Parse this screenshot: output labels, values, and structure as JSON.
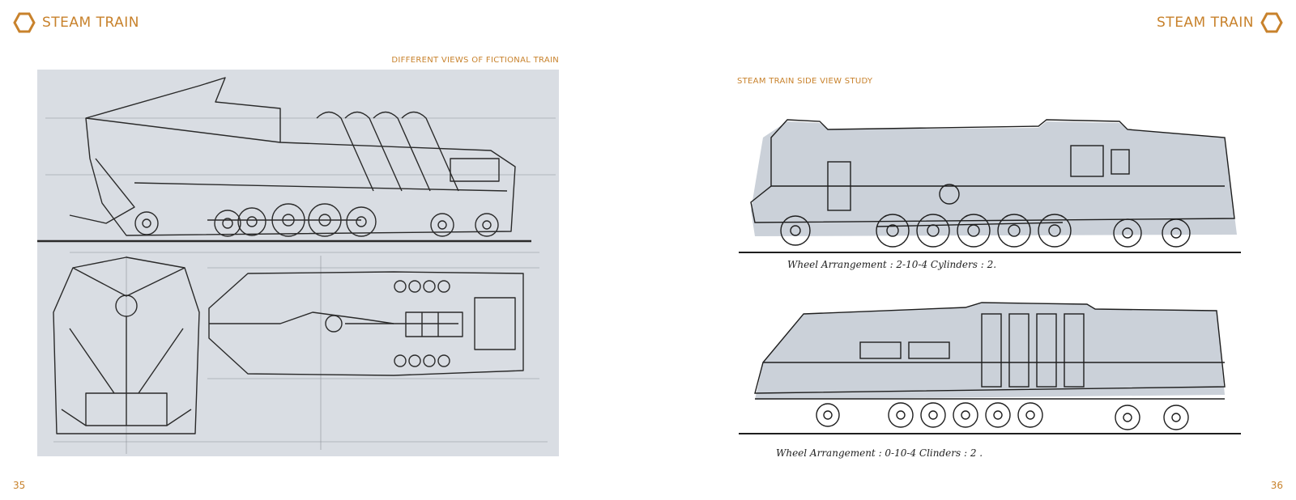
{
  "left_page": {
    "header_title": "STEAM TRAIN",
    "caption": "DIFFERENT VIEWS OF FICTIONAL TRAIN",
    "page_number": "35"
  },
  "right_page": {
    "header_title": "STEAM TRAIN",
    "caption": "STEAM TRAIN SIDE VIEW STUDY",
    "page_number": "36",
    "sketches": [
      {
        "note": "Wheel Arrangement : 2-10-4   Cylinders : 2."
      },
      {
        "note": "Wheel Arrangement : 0-10-4   Clinders : 2 ."
      }
    ]
  },
  "colors": {
    "accent": "#c8822c",
    "panel_background": "#d9dde3",
    "ink": "#222222",
    "marker_gray": "#8f99a8"
  },
  "icons": [
    "hexagon-icon"
  ]
}
